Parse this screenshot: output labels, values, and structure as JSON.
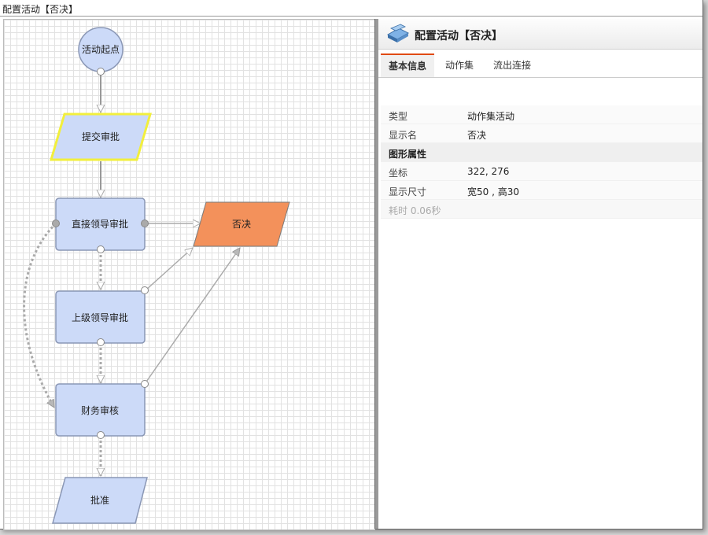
{
  "window": {
    "title": "配置活动【否决】"
  },
  "canvas": {
    "nodes": {
      "start": "活动起点",
      "submit": "提交审批",
      "direct_leader": "直接领导审批",
      "reject": "否决",
      "upper_leader": "上级领导审批",
      "finance": "财务审核",
      "approve": "批准"
    }
  },
  "panel": {
    "title": "配置活动【否决】",
    "tabs": [
      "基本信息",
      "动作集",
      "流出连接"
    ],
    "active_tab": "基本信息",
    "rows": {
      "type": {
        "label": "类型",
        "value": "动作集活动"
      },
      "display_name": {
        "label": "显示名",
        "value": "否决"
      },
      "group": {
        "label": "图形属性"
      },
      "coords": {
        "label": "坐标",
        "value": "322,   276"
      },
      "size": {
        "label": "显示尺寸",
        "value": "宽50   ,   高30"
      }
    },
    "elapsed": "耗时 0.06秒"
  },
  "colors": {
    "node_fill": "#ccdaf8",
    "node_stroke": "#8a97b5",
    "selected_fill": "#f3915b",
    "highlight_stroke": "#f2ef3c",
    "tab_accent": "#e04a10"
  }
}
